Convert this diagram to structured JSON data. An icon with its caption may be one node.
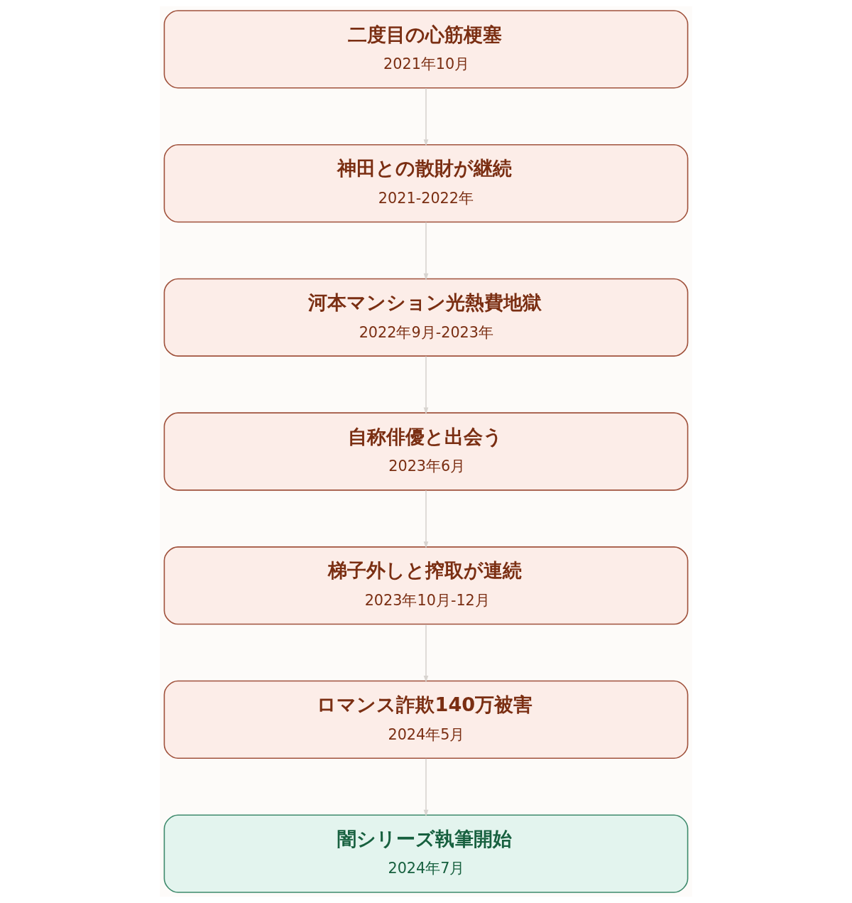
{
  "diagram": {
    "nodes": [
      {
        "text": [
          "二度目の心筋梗塞",
          "2021年10月"
        ]
      },
      {
        "text": [
          "神田との散財が継続",
          "2021-2022年"
        ]
      },
      {
        "text": [
          "河本マンション光熱費地獄",
          "2022年9月-2023年"
        ]
      },
      {
        "text": [
          "自称俳優と出会う",
          "2023年6月"
        ]
      },
      {
        "text": [
          "梯子外しと搾取が連続",
          "2023年10月-12月"
        ]
      },
      {
        "text": [
          "ロマンス詐欺140万被害",
          "2024年5月"
        ]
      },
      {
        "text": [
          "闇シリーズ執筆開始",
          "2024年7月"
        ]
      }
    ],
    "edges": [
      {
        "from": 0,
        "to": 1,
        "arrow": "to"
      },
      {
        "from": 1,
        "to": 2,
        "arrow": "to"
      },
      {
        "from": 2,
        "to": 3,
        "arrow": "to"
      },
      {
        "from": 3,
        "to": 4,
        "arrow": "to"
      },
      {
        "from": 4,
        "to": 5,
        "arrow": "to"
      },
      {
        "from": 5,
        "to": 6,
        "arrow": "to"
      }
    ]
  }
}
